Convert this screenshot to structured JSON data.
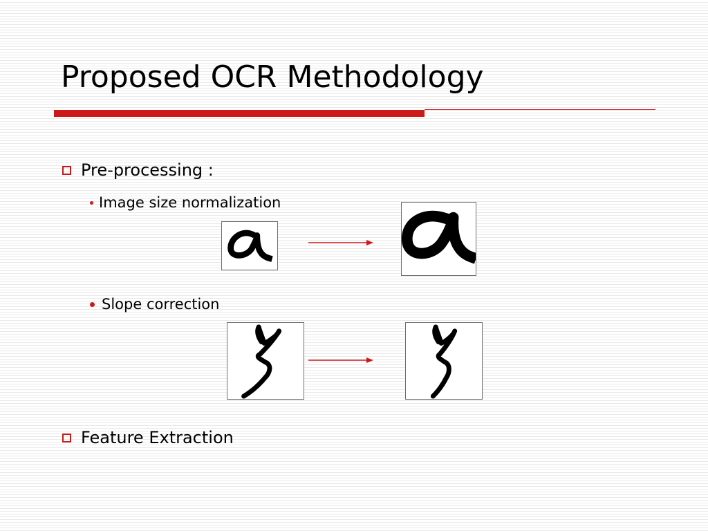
{
  "slide": {
    "title": "Proposed OCR Methodology",
    "bullets": [
      {
        "label": "Pre-processing :",
        "subitems": [
          {
            "label": "Image size normalization"
          },
          {
            "label": "Slope correction"
          }
        ]
      },
      {
        "label": "Feature Extraction"
      }
    ]
  },
  "colors": {
    "accent": "#cc1a1a",
    "text": "#000000",
    "background": "#ffffff"
  },
  "icons": {
    "level1_bullet": "hollow-square-icon",
    "level2_bullet": "dot-icon",
    "transform_arrow": "arrow-right-icon"
  }
}
